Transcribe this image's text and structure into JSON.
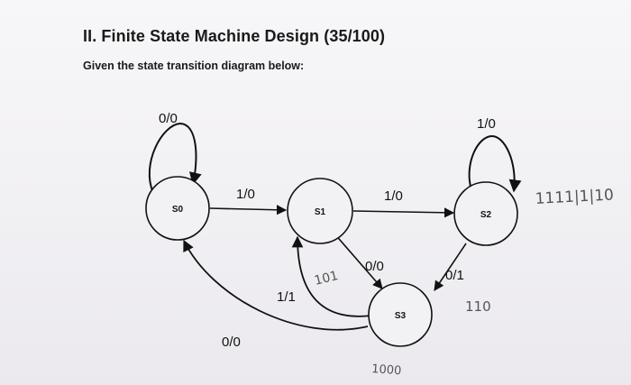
{
  "section": {
    "title": "II. Finite State Machine Design (35/100)",
    "prompt": "Given the state transition diagram below:"
  },
  "diagram": {
    "states": {
      "s0": "S0",
      "s1": "S1",
      "s2": "S2",
      "s3": "S3"
    },
    "transitions": {
      "s0_self": "0/0",
      "s0_to_s1": "1/0",
      "s1_to_s2": "1/0",
      "s2_self": "1/0",
      "s1_to_s3": "0/0",
      "s3_to_s1": "1/1",
      "s2_to_s3": "0/1",
      "s3_to_s0": "0/0"
    },
    "handwritten": {
      "near_s2": "1111|1|10",
      "near_s1_s3": "101",
      "near_s2_s3": "110",
      "below_s3": "1000"
    }
  }
}
